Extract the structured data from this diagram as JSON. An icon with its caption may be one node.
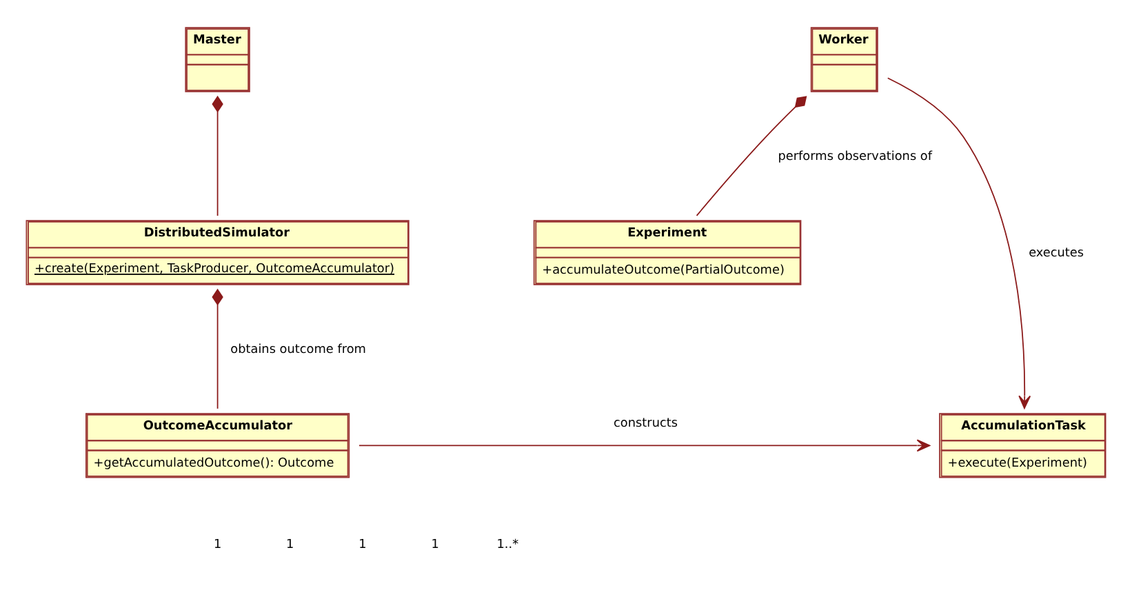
{
  "diagram": {
    "nodes": [
      {
        "text": [
          "Master"
        ]
      },
      {
        "text": [
          "DistributedSimulator",
          "+create(Experiment, TaskProducer, OutcomeAccumulator)"
        ]
      },
      {
        "text": [
          "Worker"
        ]
      },
      {
        "text": [
          "Experiment",
          "+accumulateOutcome(PartialOutcome)"
        ]
      },
      {
        "text": [
          "OutcomeAccumulator",
          "+getAccumulatedOutcome(): Outcome"
        ]
      },
      {
        "text": [
          "AccumulationTask",
          "+execute(Experiment)"
        ]
      }
    ],
    "edges": [
      {
        "from": 0,
        "to": 1,
        "arrow": "other"
      },
      {
        "from": 2,
        "to": 3,
        "arrow": "other",
        "label": "performs observations of"
      },
      {
        "from": 2,
        "to": 5,
        "arrow": "to",
        "label": "executes"
      },
      {
        "from": 1,
        "to": 4,
        "arrow": "other",
        "label": "obtains outcome from"
      },
      {
        "from": 4,
        "to": 5,
        "arrow": "to",
        "label": "constructs"
      }
    ],
    "labels": [
      "1",
      "1",
      "1",
      "1",
      "1..*"
    ]
  }
}
